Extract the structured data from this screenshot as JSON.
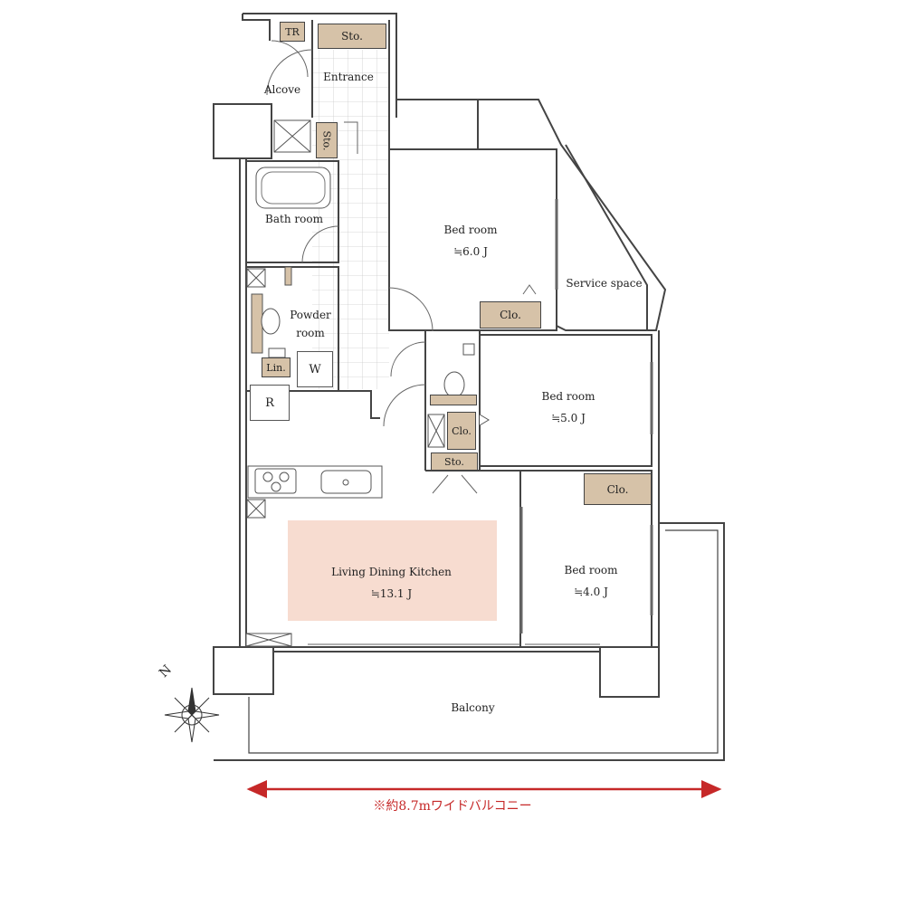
{
  "rooms": {
    "entrance": "Entrance",
    "alcove": "Alcove",
    "bath": "Bath room",
    "powder": [
      "Powder",
      "room"
    ],
    "bed1": {
      "name": "Bed room",
      "size": "≒6.0 J"
    },
    "bed2": {
      "name": "Bed room",
      "size": "≒5.0 J"
    },
    "bed3": {
      "name": "Bed room",
      "size": "≒4.0 J"
    },
    "service": "Service space",
    "ldk": {
      "name": "Living Dining Kitchen",
      "size": "≒13.1 J"
    },
    "balcony": "Balcony"
  },
  "storage": {
    "tr": "TR",
    "sto_top": "Sto.",
    "sto_mid": "Sto.",
    "sto_low": "Sto.",
    "clo1": "Clo.",
    "clo2": "Clo.",
    "clo3": "Clo.",
    "lin": "Lin.",
    "w": "W",
    "r": "R"
  },
  "compass": "N",
  "note": "※約8.7mワイドバルコニー",
  "colors": {
    "accent": "#c62828",
    "storage": "#d6c2a8",
    "ldk": "#f7dcd0"
  }
}
